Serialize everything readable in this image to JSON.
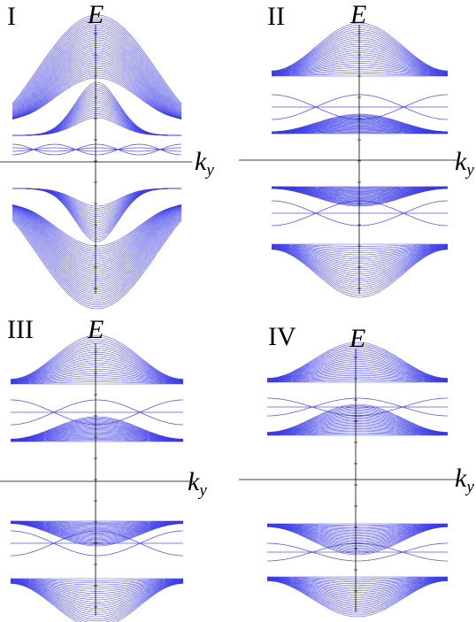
{
  "figure": {
    "band_color": "#3a3ae6",
    "axis_color": "#000000",
    "panels": [
      {
        "id": "I",
        "label": "I",
        "y_axis_label": "E",
        "x_axis_label": "k",
        "x_axis_subscript": "y"
      },
      {
        "id": "II",
        "label": "II",
        "y_axis_label": "E",
        "x_axis_label": "k",
        "x_axis_subscript": "y"
      },
      {
        "id": "III",
        "label": "III",
        "y_axis_label": "E",
        "x_axis_label": "k",
        "x_axis_subscript": "y"
      },
      {
        "id": "IV",
        "label": "IV",
        "y_axis_label": "E",
        "x_axis_label": "k",
        "x_axis_subscript": "y"
      }
    ]
  }
}
